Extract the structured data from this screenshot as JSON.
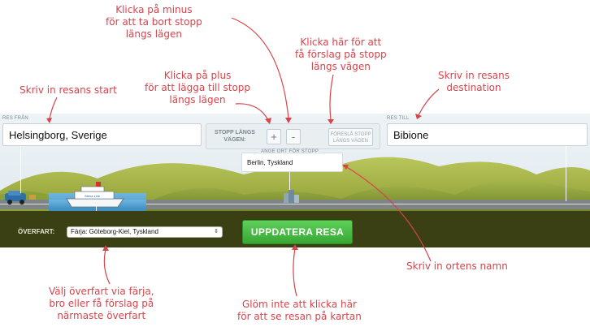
{
  "annotations": {
    "start": "Skriv in resans start",
    "plus_line1": "Klicka på plus",
    "plus_line2": "för att lägga till stopp",
    "plus_line3": "längs lägen",
    "minus_line1": "Klicka på minus",
    "minus_line2": "för att ta bort stopp",
    "minus_line3": "längs lägen",
    "suggest_line1": "Klicka här för att",
    "suggest_line2": "få förslag på stopp",
    "suggest_line3": "längs vägen",
    "dest_line1": "Skriv in resans",
    "dest_line2": "destination",
    "stopname": "Skriv in ortens namn",
    "ferry_line1": "Välj överfart via färja,",
    "ferry_line2": "bro eller få förslag på",
    "ferry_line3": "närmaste överfart",
    "update_line1": "Glöm inte att klicka här",
    "update_line2": "för att se resan på kartan"
  },
  "planner": {
    "from_label": "RES FRÅN",
    "from_value": "Helsingborg, Sverige",
    "to_label": "RES TILL",
    "to_value": "Bibione",
    "stops_label": "STOPP LÄNGS VÄGEN:",
    "plus_label": "+",
    "minus_label": "-",
    "suggest_label": "FÖRESLÅ STOPP LÄNGS VÄGEN",
    "stop_input_label": "ANGE ORT FÖR STOPP",
    "stop_input_value": "Berlin, Tyskland",
    "crossing_label": "ÖVERFART:",
    "crossing_value": "Färja: Göteborg-Kiel, Tyskland",
    "update_label": "UPPDATERA RESA",
    "ship_name": "Stena Line"
  },
  "colors": {
    "annotation": "#d8434a",
    "update_button": "#3fb23b",
    "bottom_bar": "#3b3f14"
  }
}
